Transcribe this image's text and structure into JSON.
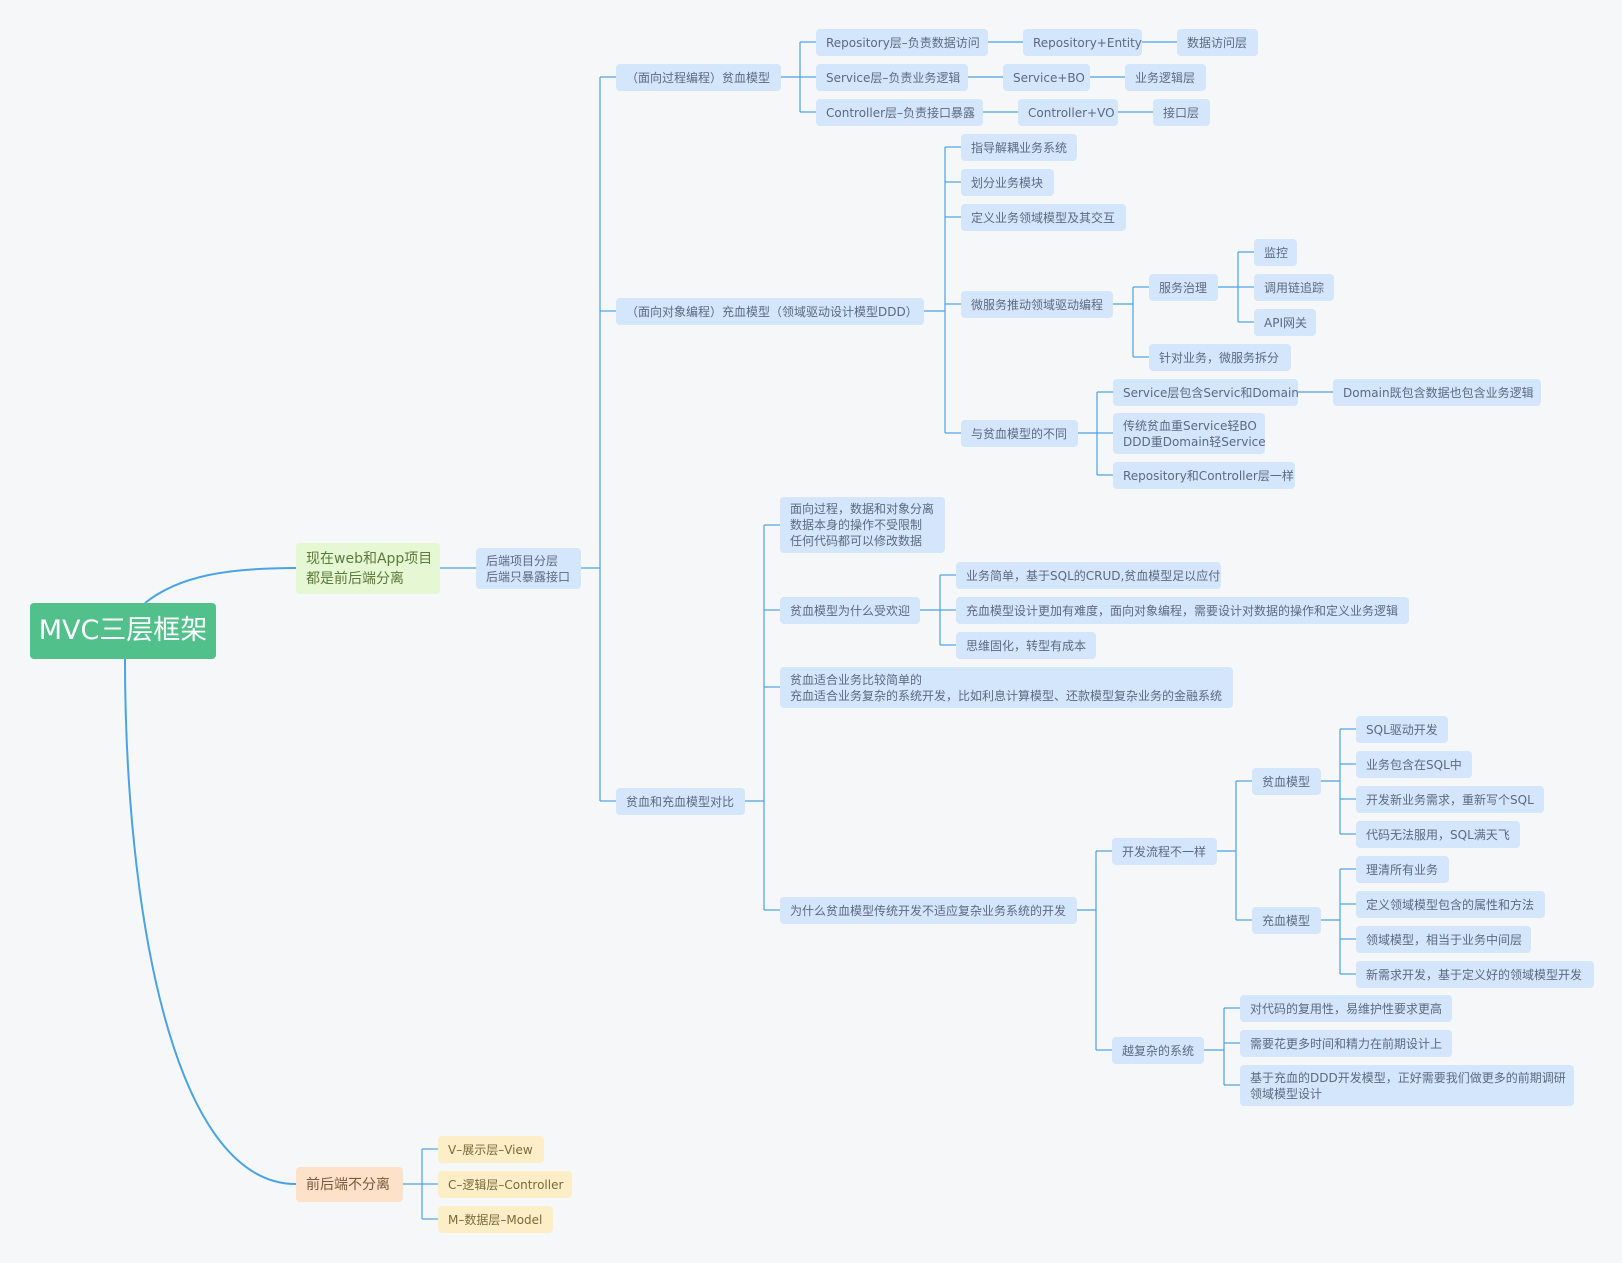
{
  "colors": {
    "link": "#4aa3e6",
    "blue": "#d4e6fb",
    "green": "#e6f7d4",
    "orange": "#fde1c8",
    "yellow": "#fcefc7",
    "root": "#52c08a"
  },
  "nodes": {
    "root": "MVC三层框架",
    "sep": "现在web和App项目\n都是前后端分离",
    "backend": "后端项目分层\n后端只暴露接口",
    "anemic": "（面向过程编程）贫血模型",
    "repo": "Repository层–负责数据访问",
    "repo_entity": "Repository+Entity",
    "data_access": "数据访问层",
    "service": "Service层–负责业务逻辑",
    "service_bo": "Service+BO",
    "biz_logic": "业务逻辑层",
    "controller": "Controller层–负责接口暴露",
    "controller_vo": "Controller+VO",
    "api_layer": "接口层",
    "rich": "（面向对象编程）充血模型（领域驱动设计模型DDD）",
    "decouple": "指导解耦业务系统",
    "divide": "划分业务模块",
    "define_model": "定义业务领域模型及其交互",
    "micro": "微服务推动领域驱动编程",
    "governance": "服务治理",
    "monitor": "监控",
    "tracing": "调用链追踪",
    "gateway": "API网关",
    "split": "针对业务，微服务拆分",
    "diff": "与贫血模型的不同",
    "svc_domain": "Service层包含Servic和Domain",
    "domain_desc": "Domain既包含数据也包含业务逻辑",
    "trad": "传统贫血重Service轻BO\nDDD重Domain轻Service",
    "repo_same": "Repository和Controller层一样",
    "compare": "贫血和充血模型对比",
    "proc": "面向过程，数据和对象分离\n数据本身的操作不受限制\n任何代码都可以修改数据",
    "popular": "贫血模型为什么受欢迎",
    "simple": "业务简单，基于SQL的CRUD,贫血模型足以应付",
    "hard": "充血模型设计更加有难度，面向对象编程，需要设计对数据的操作和定义业务逻辑",
    "mindset": "思维固化，转型有成本",
    "fit": "贫血适合业务比较简单的\n充血适合业务复杂的系统开发，比如利息计算模型、还款模型复杂业务的金融系统",
    "why_not": "为什么贫血模型传统开发不适应复杂业务系统的开发",
    "dev_flow": "开发流程不一样",
    "anemic2": "贫血模型",
    "sql_driven": "SQL驱动开发",
    "biz_in_sql": "业务包含在SQL中",
    "new_sql": "开发新业务需求，重新写个SQL",
    "no_reuse": "代码无法服用，SQL满天飞",
    "rich2": "充血模型",
    "clarify": "理清所有业务",
    "define_domain": "定义领域模型包含的属性和方法",
    "domain_mid": "领域模型，相当于业务中间层",
    "new_dev": "新需求开发，基于定义好的领域模型开发",
    "complex": "越复杂的系统",
    "reuse": "对代码的复用性，易维护性要求更高",
    "more_time": "需要花更多时间和精力在前期设计上",
    "ddd_more": "基于充血的DDD开发模型，正好需要我们做更多的前期调研\n领域模型设计",
    "nonsep": "前后端不分离",
    "v": "V–展示层–View",
    "c": "C–逻辑层–Controller",
    "m": "M–数据层–Model"
  }
}
